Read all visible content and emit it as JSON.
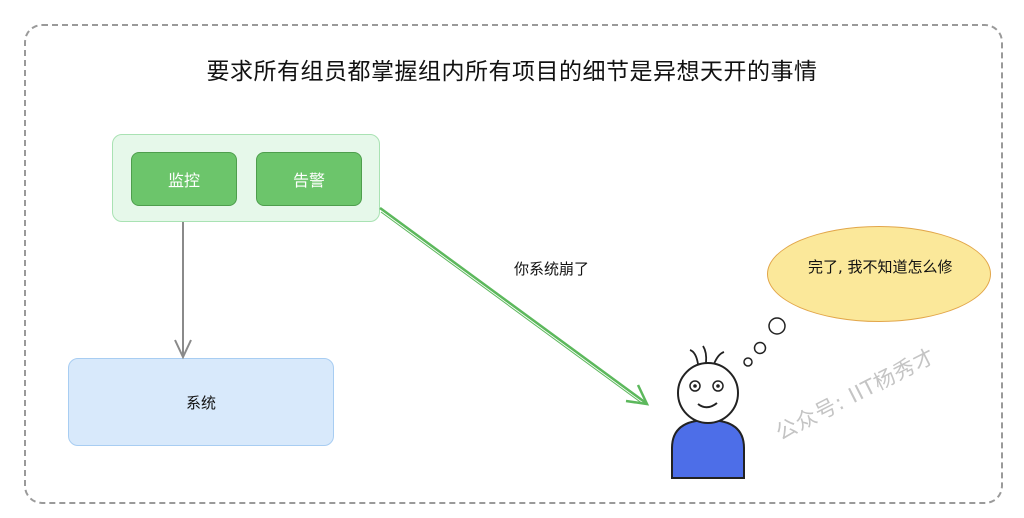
{
  "title": "要求所有组员都掌握组内所有项目的细节是异想天开的事情",
  "group": {
    "monitor_label": "监控",
    "alert_label": "告警"
  },
  "system_label": "系统",
  "arrow_label": "你系统崩了",
  "bubble_text": "完了, 我不知道怎么修",
  "watermark": "公众号: IIT杨秀才",
  "colors": {
    "green_fill": "#6cc56b",
    "group_fill": "#e6f8ea",
    "system_fill": "#d8e9fb",
    "bubble_fill": "#fbe89a",
    "person_body": "#4d6ee8",
    "arrow_green": "#5cb85c",
    "arrow_gray": "#8a8a8a"
  }
}
